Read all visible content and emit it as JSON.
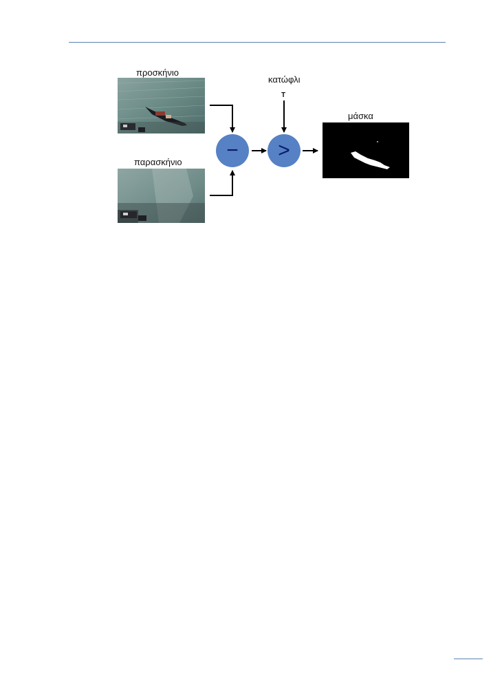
{
  "labels": {
    "foreground": "προσκήνιο",
    "background": "παρασκήνιο",
    "threshold": "κατώφλι",
    "threshold_symbol": "T",
    "mask": "μάσκα"
  },
  "operators": {
    "subtract": "−",
    "compare": ">"
  },
  "colors": {
    "node_fill": "#5681c4",
    "node_symbol": "#0a1a6b",
    "rule": "#5b82b3",
    "water": "#6a8a86",
    "mask_bg": "#000000",
    "mask_fg": "#ffffff"
  }
}
